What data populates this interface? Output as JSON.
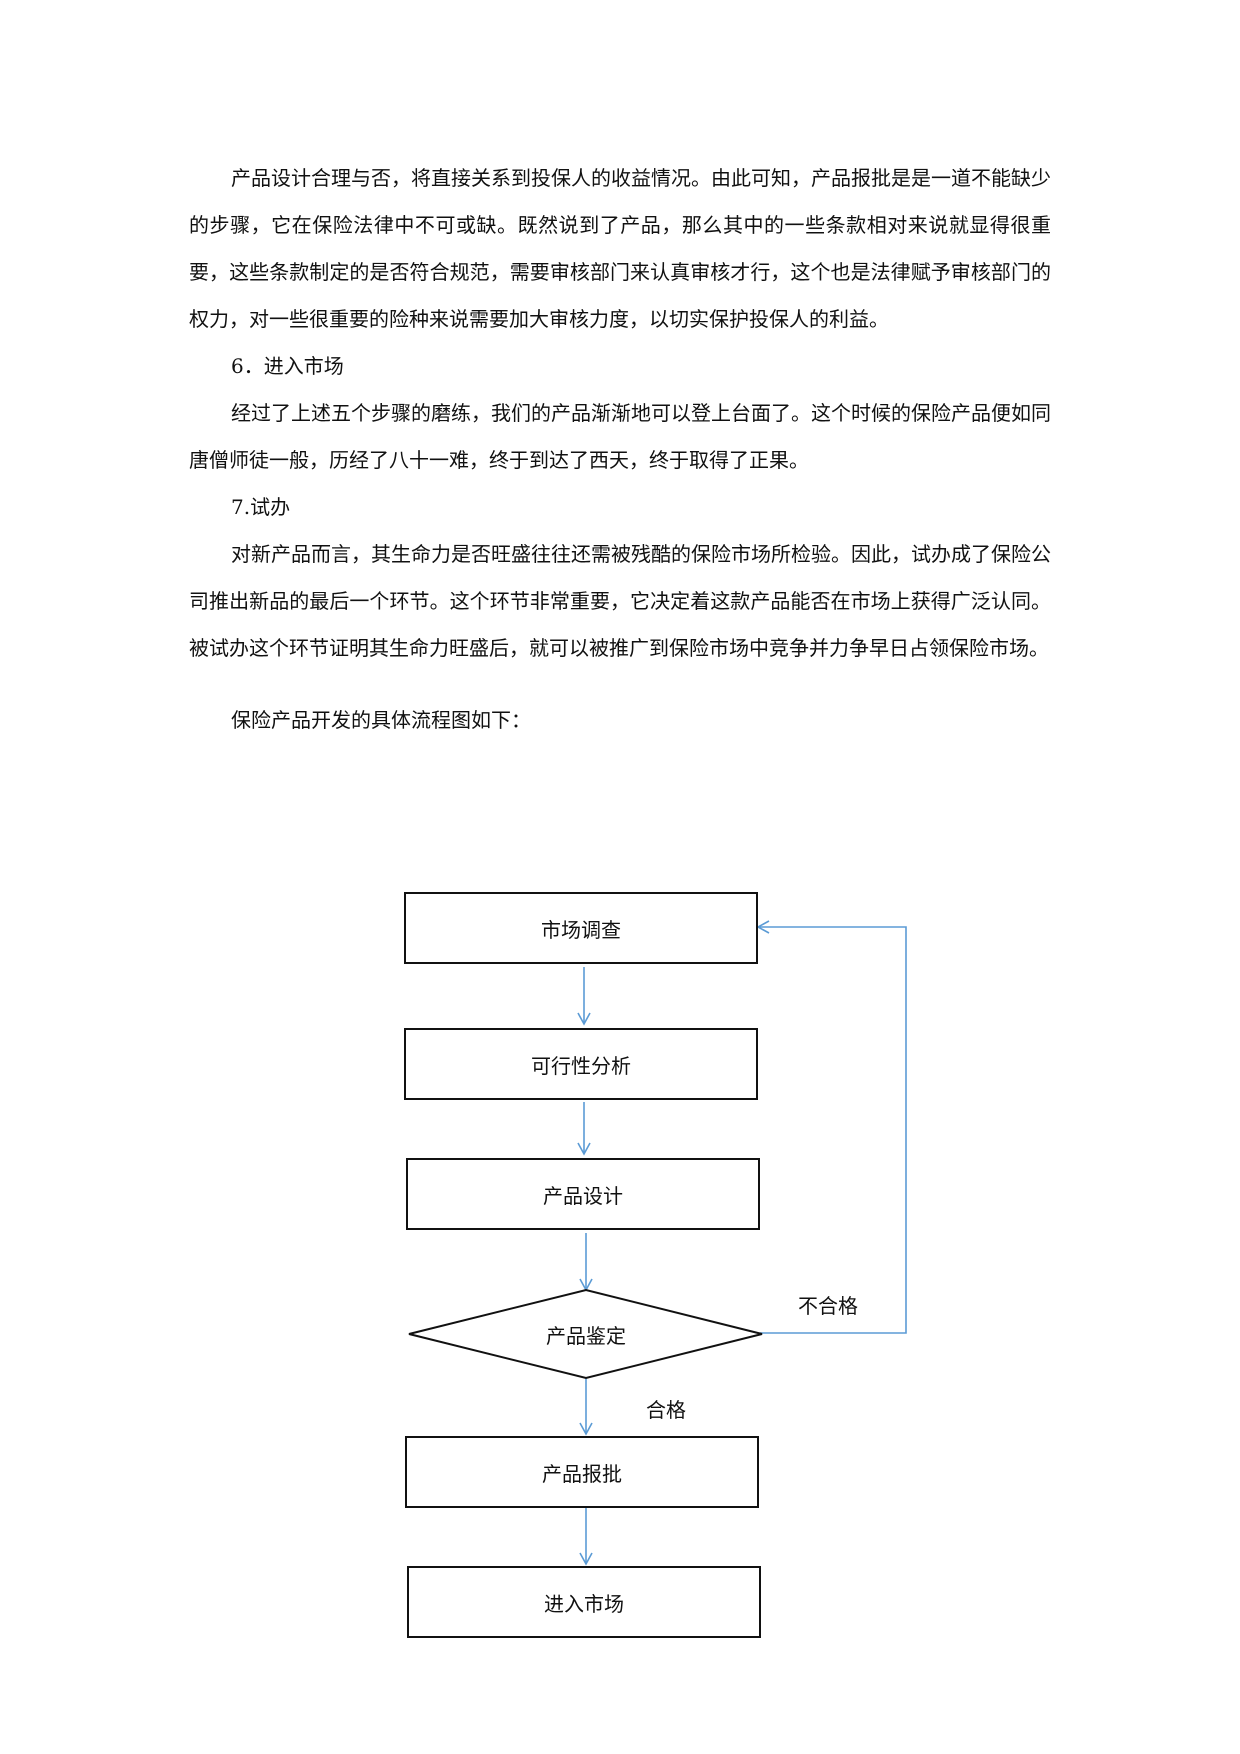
{
  "paragraphs": {
    "p1": "产品设计合理与否，将直接关系到投保人的收益情况。由此可知，产品报批是是一道不能缺少的步骤，它在保险法律中不可或缺。既然说到了产品，那么其中的一些条款相对来说就显得很重要，这些条款制定的是否符合规范，需要审核部门来认真审核才行，这个也是法律赋予审核部门的权力，对一些很重要的险种来说需要加大审核力度，以切实保护投保人的利益。",
    "h6": "6．进入市场",
    "p2": "经过了上述五个步骤的磨练，我们的产品渐渐地可以登上台面了。这个时候的保险产品便如同唐僧师徒一般，历经了八十一难，终于到达了西天，终于取得了正果。",
    "h7": "7.试办",
    "p3": "对新产品而言，其生命力是否旺盛往往还需被残酷的保险市场所检验。因此，试办成了保险公司推出新品的最后一个环节。这个环节非常重要，它决定着这款产品能否在市场上获得广泛认同。被试办这个环节证明其生命力旺盛后，就可以被推广到保险市场中竞争并力争早日占领保险市场。",
    "intro": "保险产品开发的具体流程图如下："
  },
  "flowchart": {
    "nodes": {
      "market_research": "市场调查",
      "feasibility": "可行性分析",
      "design": "产品设计",
      "appraisal": "产品鉴定",
      "approval": "产品报批",
      "enter_market": "进入市场"
    },
    "edges": {
      "fail": "不合格",
      "pass": "合格"
    },
    "colors": {
      "arrow": "#5b9bd5",
      "border": "#111111"
    }
  }
}
